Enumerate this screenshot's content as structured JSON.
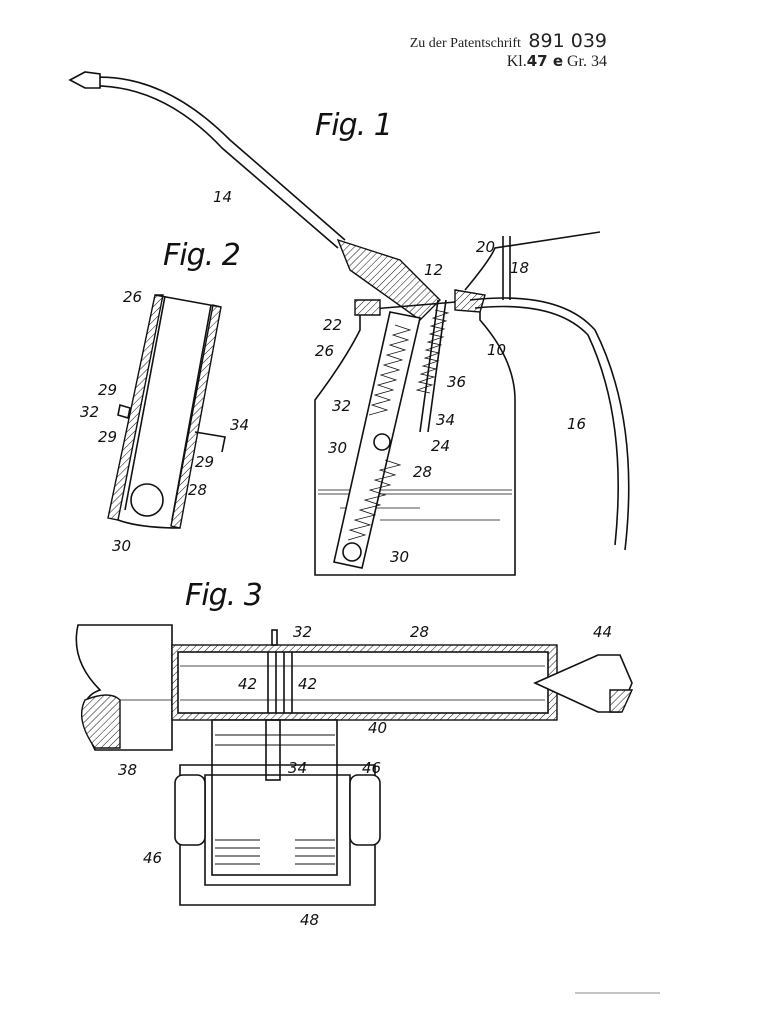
{
  "header": {
    "prefix": "Zu der Patentschrift",
    "patent_number": "891 039",
    "class_prefix": "Kl.",
    "class_value": "47 e",
    "group": "Gr. 34"
  },
  "figures": {
    "fig1": {
      "title": "Fig. 1",
      "labels": [
        "14",
        "20",
        "18",
        "12",
        "22",
        "26",
        "10",
        "36",
        "32",
        "34",
        "24",
        "30",
        "28",
        "16",
        "30"
      ]
    },
    "fig2": {
      "title": "Fig. 2",
      "labels": [
        "26",
        "29",
        "32",
        "29",
        "34",
        "29",
        "28",
        "30"
      ]
    },
    "fig3": {
      "title": "Fig. 3",
      "labels": [
        "32",
        "28",
        "44",
        "42",
        "42",
        "40",
        "38",
        "34",
        "46",
        "46",
        "48"
      ]
    }
  }
}
